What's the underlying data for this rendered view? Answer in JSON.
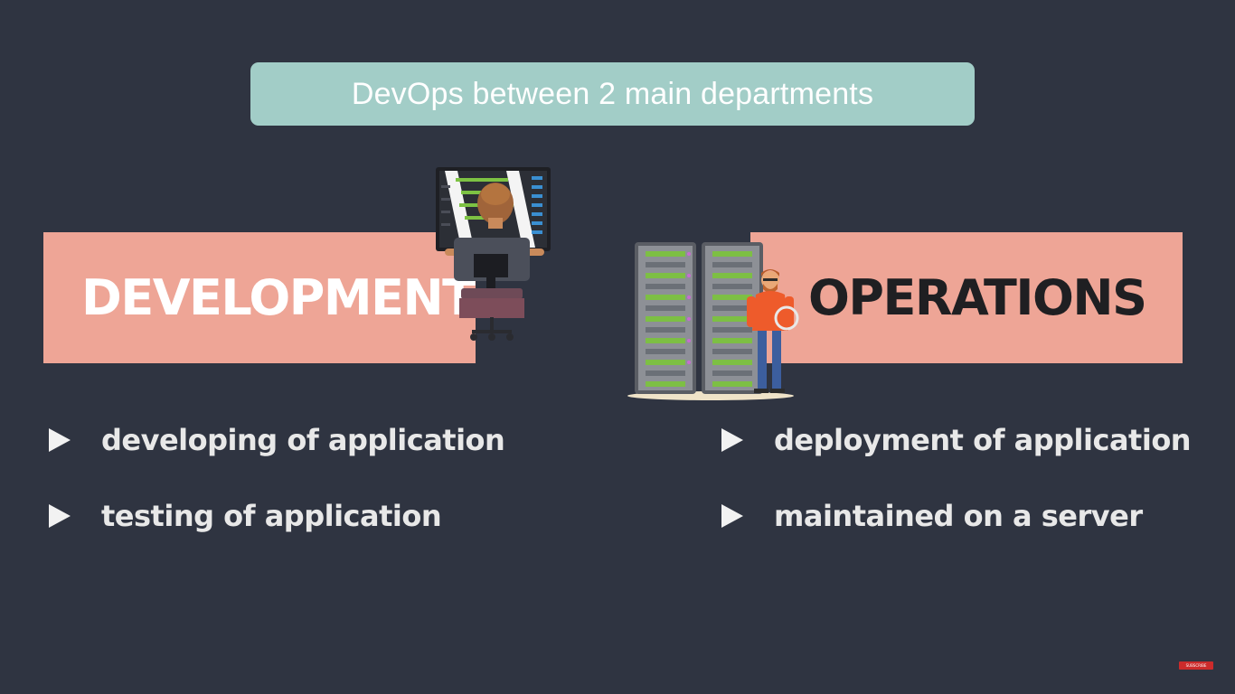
{
  "title": "DevOps between 2 main departments",
  "development": {
    "heading": "DEVELOPMENT",
    "bullets": [
      "developing of application",
      "testing of application"
    ]
  },
  "operations": {
    "heading": "OPERATIONS",
    "bullets": [
      "deployment of application",
      "maintained on a server"
    ]
  },
  "subscribe_label": "SUBSCRIBE",
  "colors": {
    "background": "#2f3441",
    "title_pill": "#a2cdc7",
    "banner": "#eea596"
  },
  "icons": [
    "developer-at-computer-illustration",
    "server-rack-engineer-illustration",
    "play-triangle-icon"
  ]
}
